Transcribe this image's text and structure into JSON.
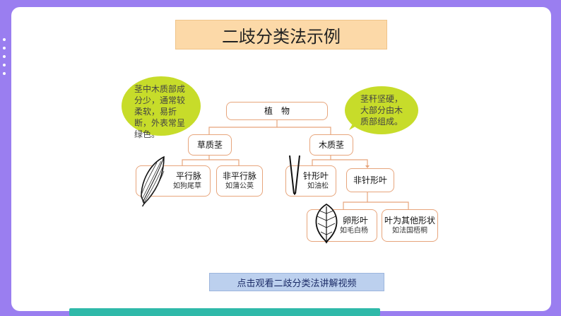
{
  "title": "二歧分类法示例",
  "bubbles": {
    "left": "茎中木质部成分少，通常较柔软，易折断，外表常呈绿色。",
    "right": "茎秆坚硬，大部分由木质部组成。"
  },
  "nodes": {
    "root": "植　物",
    "herbaceous": "草质茎",
    "woody": "木质茎",
    "parallel": {
      "label": "平行脉",
      "example": "如狗尾草"
    },
    "non_parallel": {
      "label": "非平行脉",
      "example": "如蒲公英"
    },
    "needle": {
      "label": "针形叶",
      "example": "如油松"
    },
    "non_needle": "非针形叶",
    "ovate": {
      "label": "卵形叶",
      "example": "如毛白杨"
    },
    "other_shape": {
      "label": "叶为其他形状",
      "example": "如法国梧桐"
    }
  },
  "video_button": "点击观看二歧分类法讲解视频",
  "colors": {
    "background": "#9a7ef0",
    "title_bg": "#fcd9a8",
    "bubble": "#c7dc2a",
    "node_border": "#e7a57c",
    "connector": "#e7a57c",
    "accent_bar": "#2fb9a9",
    "button_bg": "#bcd0ee"
  }
}
